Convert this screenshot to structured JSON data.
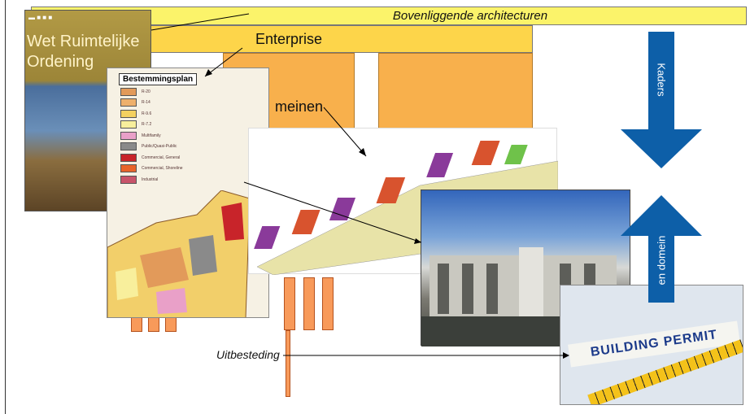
{
  "banner": {
    "label": "Bovenliggende architecturen"
  },
  "enterprise": {
    "label": "Enterprise"
  },
  "domain": {
    "label": "meinen"
  },
  "book": {
    "line1": "Wet Ruimtelijke",
    "line2": "Ordening"
  },
  "map": {
    "title": "Bestemmingsplan",
    "legend": [
      {
        "label": "R-20",
        "color": "#e29a5a"
      },
      {
        "label": "R-14",
        "color": "#eeb06c"
      },
      {
        "label": "R-9.6",
        "color": "#f4d160"
      },
      {
        "label": "R-7.2",
        "color": "#f8ef9c"
      },
      {
        "label": "Multifamily",
        "color": "#e9a0c8"
      },
      {
        "label": "Public/Quasi-Public",
        "color": "#8a8a8a"
      },
      {
        "label": "Commercial, General",
        "color": "#c8242a"
      },
      {
        "label": "Commercial, Shoreline",
        "color": "#e8632a"
      },
      {
        "label": "Industrial",
        "color": "#c8546a"
      }
    ]
  },
  "arrows": {
    "down": "Kaders",
    "up": "en domein"
  },
  "permit": {
    "title": "BUILDING PERMIT"
  },
  "uitbesteding": {
    "label": "Uitbesteding"
  },
  "colors": {
    "banner": "#fbf36a",
    "enterprise": "#fdd54a",
    "domain": "#f8b04c",
    "arrow": "#0d5fa8",
    "bar": "#f89a5a"
  }
}
